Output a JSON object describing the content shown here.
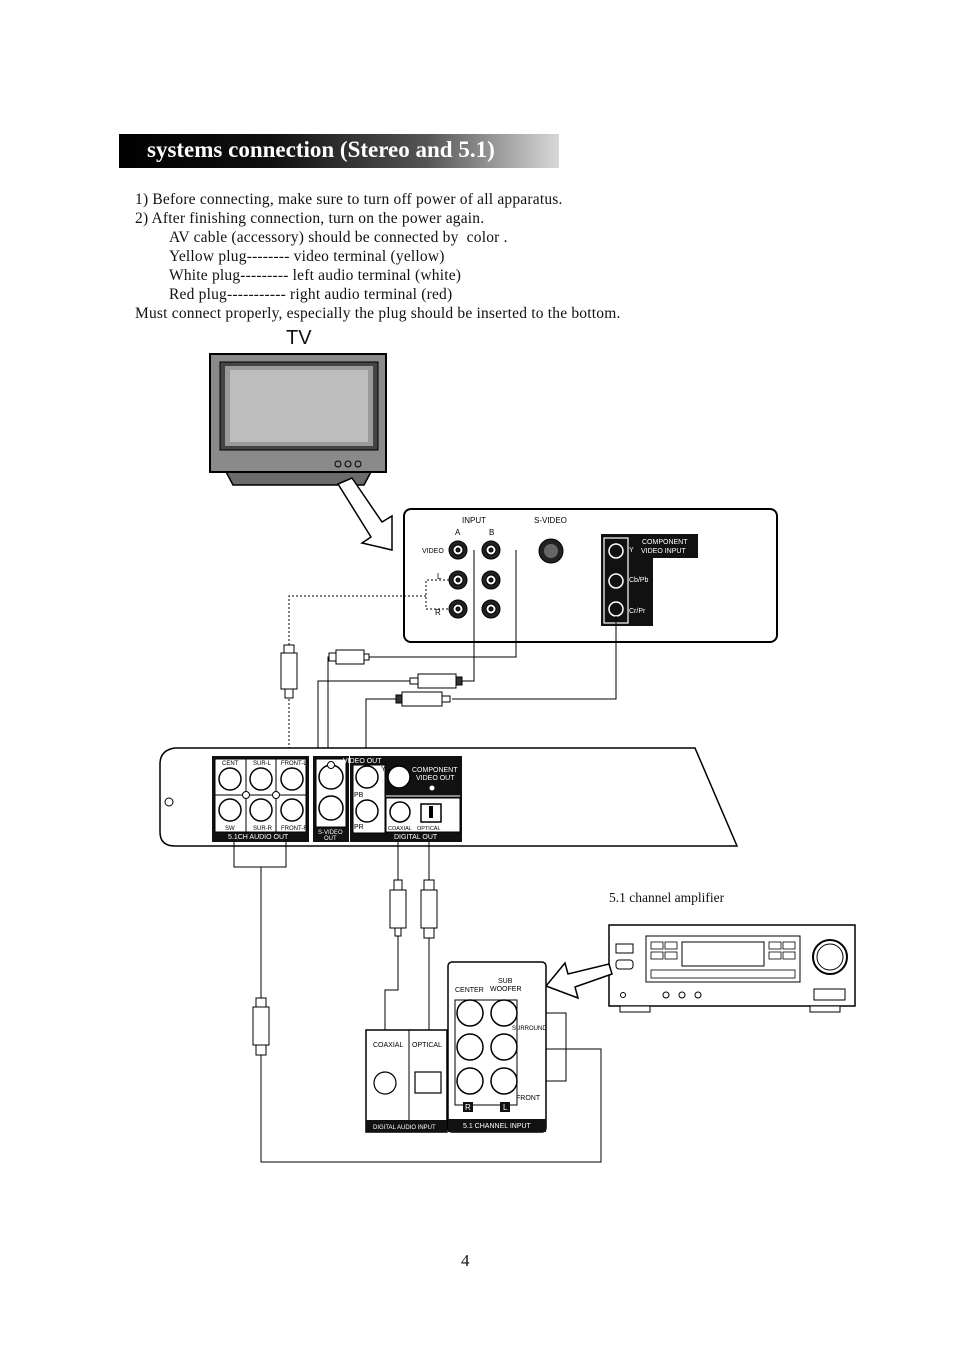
{
  "heading": {
    "title": "systems connection (Stereo and 5.1)"
  },
  "instructions": [
    "1) Before connecting, make sure to turn off power of all apparatus.",
    "2) After finishing connection, turn on the power again.",
    "AV cable (accessory) should be connected by  color .",
    "Yellow plug-------- video terminal (yellow)",
    "White plug--------- left audio terminal (white)",
    "Red plug----------- right audio terminal (red)",
    "Must connect properly, especially the plug should be inserted to the bottom."
  ],
  "diagram": {
    "tv_label": "TV",
    "tv_panel": {
      "input": "INPUT",
      "a": "A",
      "b": "B",
      "video": "VIDEO",
      "l": "L",
      "r": "R",
      "svideo": "S-VIDEO",
      "component_line1": "COMPONENT",
      "component_line2": "VIDEO INPUT",
      "y": "Y",
      "cb": "Cb/Pb",
      "cr": "Cr/Pr"
    },
    "player_panel": {
      "cent": "CENT",
      "surl": "SUR-L",
      "frontl": "FRONT-L",
      "sw": "SW",
      "surr": "SUR-R",
      "frontr": "FRONT-R",
      "audio_out": "5.1CH AUDIO OUT",
      "svideo_out_1": "S-VIDEO",
      "svideo_out_2": "OUT",
      "video_out": "VIDEO OUT",
      "y": "Y",
      "component_1": "COMPONENT",
      "component_2": "VIDEO OUT",
      "pb": "PB",
      "pr": "PR",
      "coaxial": "COAXIAL",
      "optical": "OPTICAL",
      "digital_out": "DIGITAL OUT"
    },
    "amplifier_label": "5.1 channel amplifier",
    "amp_panel": {
      "coaxial": "COAXIAL",
      "optical": "OPTICAL",
      "digital_input": "DIGITAL AUDIO INPUT",
      "center": "CENTER",
      "sub": "SUB",
      "woofer": "WOOFER",
      "surround": "SURROUND",
      "front": "FRONT",
      "r": "R",
      "l": "L",
      "channel_input": "5.1 CHANNEL INPUT"
    }
  },
  "page_number": "4"
}
